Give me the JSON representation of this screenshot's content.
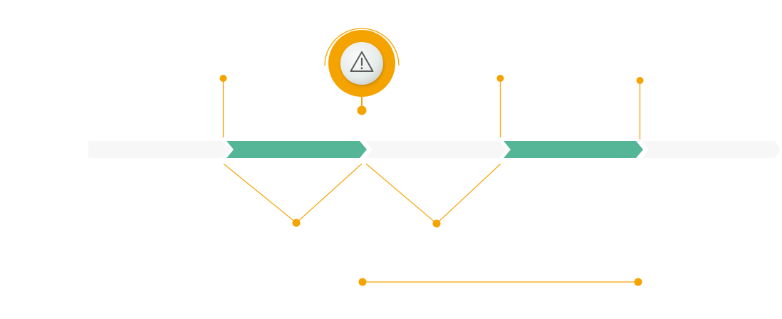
{
  "colors": {
    "accent": "#F5A300",
    "green": "#55B597",
    "track": "#F7F7F7",
    "badge_face": "#E8ECEA",
    "icon_stroke": "#5A5A5A"
  },
  "icons": {
    "badge": "warning-triangle-icon"
  },
  "timeline": {
    "segments": [
      {
        "name": "track-segment-1",
        "style": "light"
      },
      {
        "name": "track-segment-2",
        "style": "green"
      },
      {
        "name": "track-segment-3",
        "style": "light"
      },
      {
        "name": "track-segment-4",
        "style": "green"
      },
      {
        "name": "track-segment-5",
        "style": "light"
      }
    ]
  }
}
